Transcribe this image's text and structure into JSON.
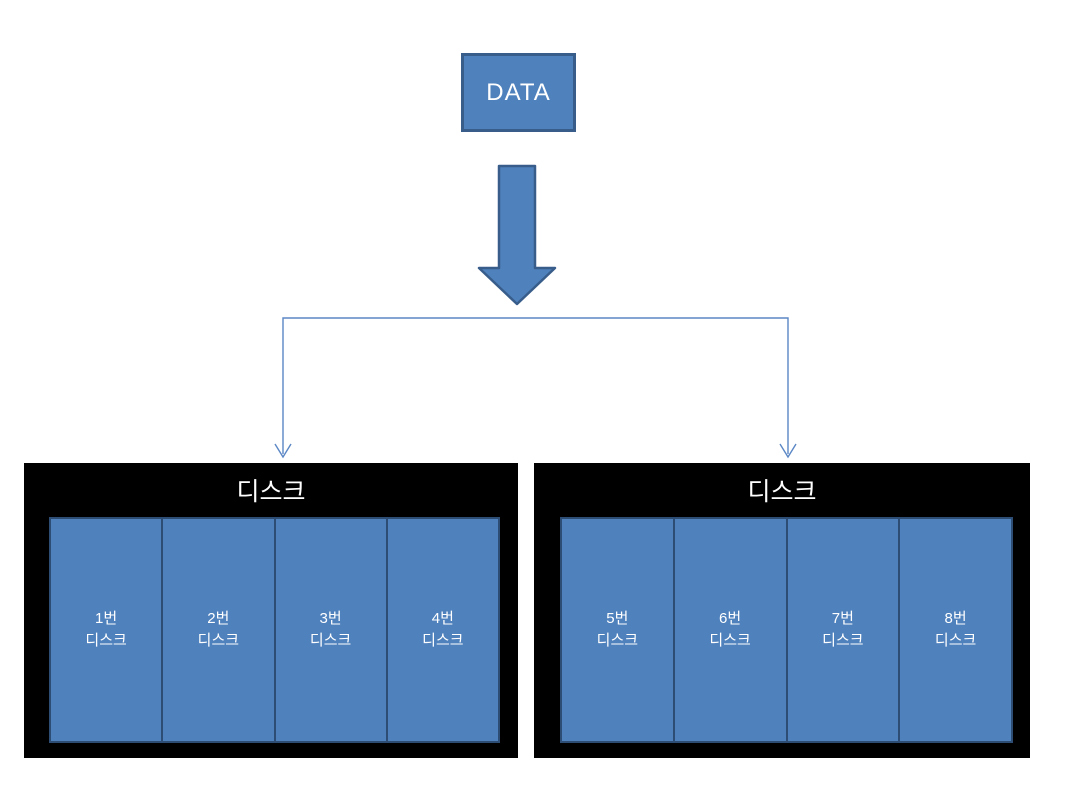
{
  "data_box": {
    "label": "DATA"
  },
  "groups": [
    {
      "title": "디스크",
      "disks": [
        {
          "number": "1번",
          "name": "디스크"
        },
        {
          "number": "2번",
          "name": "디스크"
        },
        {
          "number": "3번",
          "name": "디스크"
        },
        {
          "number": "4번",
          "name": "디스크"
        }
      ]
    },
    {
      "title": "디스크",
      "disks": [
        {
          "number": "5번",
          "name": "디스크"
        },
        {
          "number": "6번",
          "name": "디스크"
        },
        {
          "number": "7번",
          "name": "디스크"
        },
        {
          "number": "8번",
          "name": "디스크"
        }
      ]
    }
  ],
  "colors": {
    "accent_blue": "#4f81bd",
    "shape_border": "#385d8a",
    "divider_border": "#2e4d75",
    "connector_line": "#5b87c5",
    "group_background": "#000000",
    "label_text": "#ffffff",
    "page_background": "#ffffff"
  }
}
